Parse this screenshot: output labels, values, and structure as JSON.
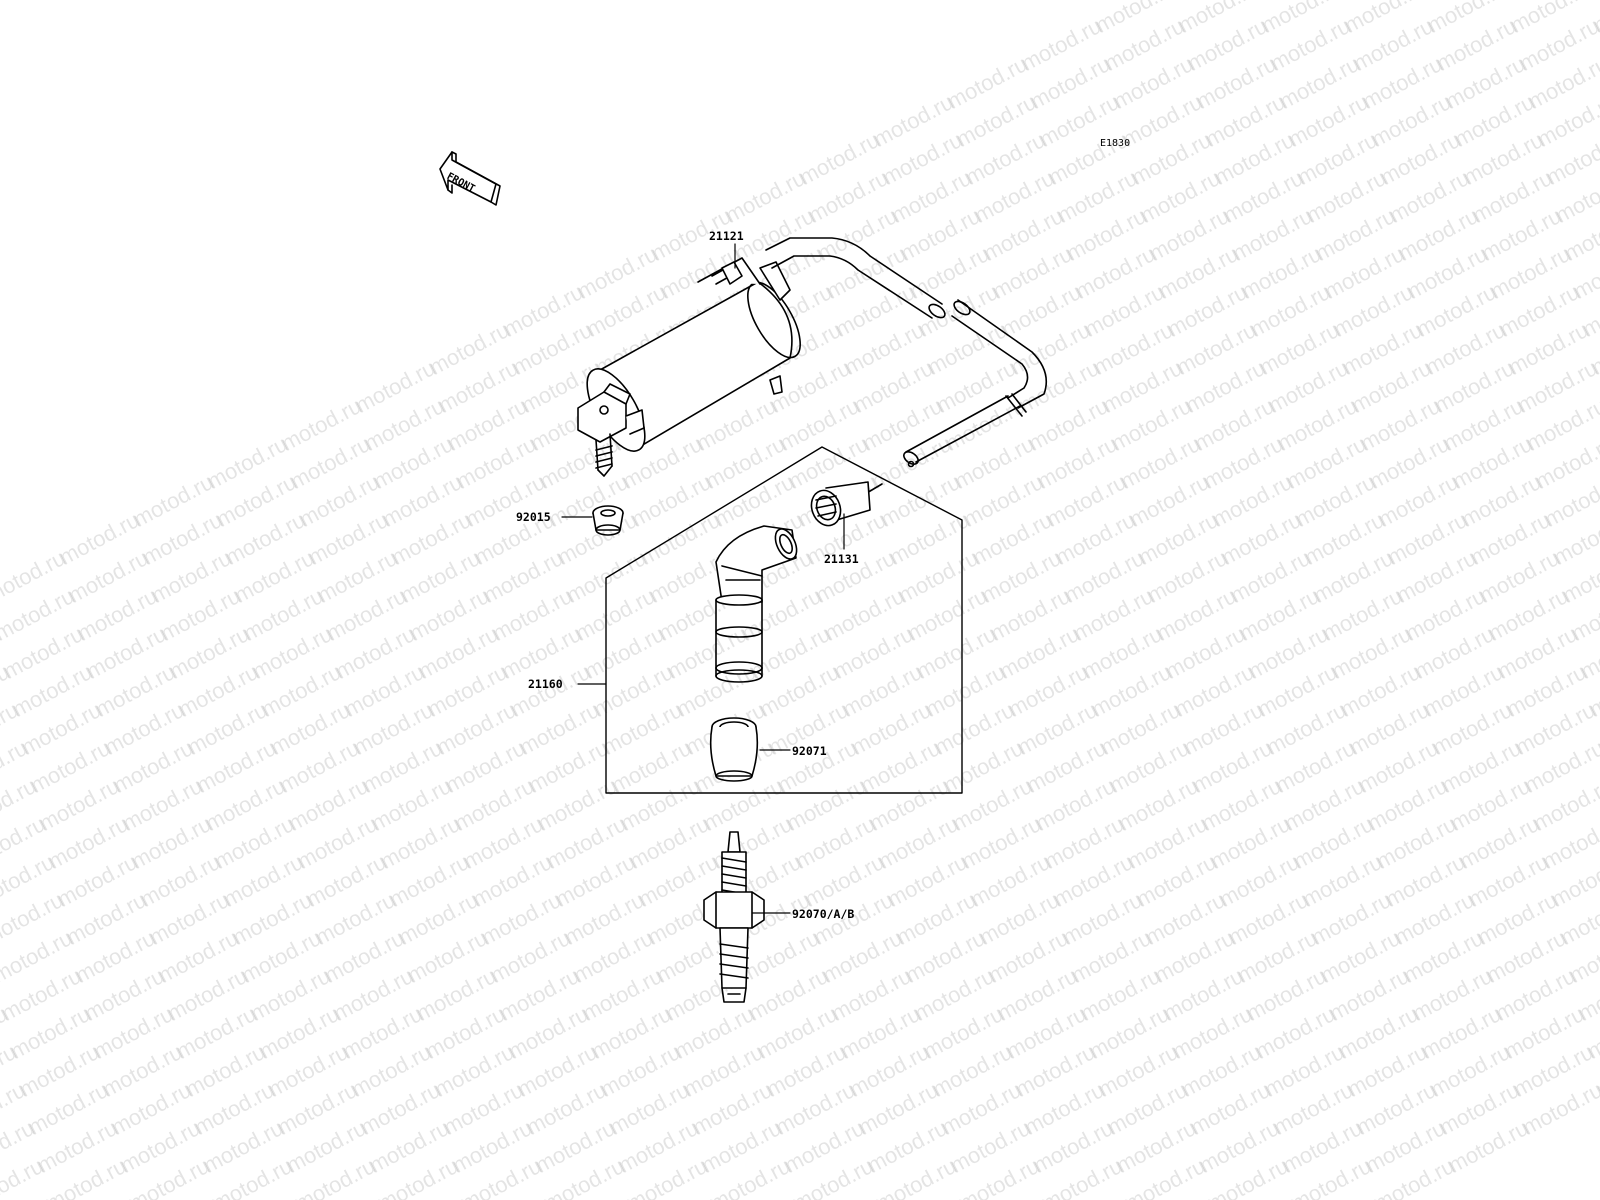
{
  "watermark": "motod.ru",
  "diagram_code": "E1830",
  "front_label": "FRONT",
  "parts": [
    {
      "number": "21121"
    },
    {
      "number": "92015"
    },
    {
      "number": "21131"
    },
    {
      "number": "21160"
    },
    {
      "number": "92071"
    },
    {
      "number": "92070/A/B"
    }
  ]
}
